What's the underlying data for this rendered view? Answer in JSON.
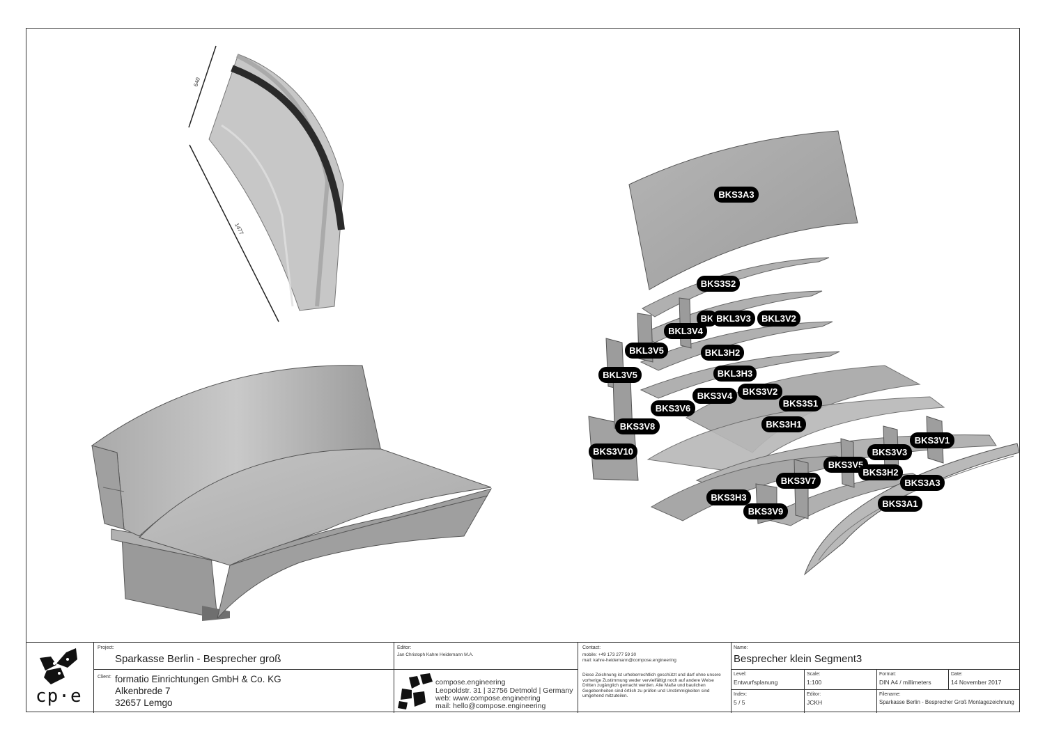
{
  "drawing": {
    "dimensions": {
      "top": "640",
      "long": "1477"
    },
    "part_labels": [
      "BKS3A3",
      "BKS3S2",
      "BK",
      "BKL3V3",
      "BKL3V2",
      "BKL3V4",
      "BKL3V5",
      "BKL3H2",
      "BKL3V5",
      "BKL3H3",
      "BKS3V4",
      "BKS3V2",
      "BKS3S1",
      "BKS3V6",
      "BKS3H1",
      "BKS3V8",
      "BKS3V1",
      "BKS3V10",
      "BKS3V3",
      "BKS3V5",
      "BKS3H2",
      "BKS3V7",
      "BKS3A3",
      "BKS3H3",
      "BKS3A1",
      "BKS3V9"
    ]
  },
  "title_block": {
    "logo_text": "cp·e",
    "project_caption": "Project:",
    "project": "Sparkasse Berlin - Besprecher groß",
    "client_caption": "Client:",
    "client_lines": [
      "formatio Einrichtungen GmbH & Co. KG",
      "Alkenbrede 7",
      "32657 Lemgo"
    ],
    "editor_caption": "Editor:",
    "editor": "Jan Christoph Kahre Heidemann M.A.",
    "company": {
      "name": "compose.engineering",
      "address": "Leopoldstr. 31  |  32756 Detmold  |  Germany",
      "web": "web: www.compose.engineering",
      "mail": "mail: hello@compose.engineering"
    },
    "contact_caption": "Contact:",
    "contact_mobile": "mobile: +49 173 277 59 30",
    "contact_mail": "mail: kahre-heidemann@compose.engineering",
    "copyright": "Diese Zeichnung ist urheberrechtlich geschützt und darf ohne unsere vorherige Zustimmung weder vervielfältigt noch auf andere Weise Dritten zugänglich gemacht werden. Alle Maße und baulichen Gegebenheiten sind örtlich zu prüfen und Unstimmigkeiten sind umgehend mitzuteilen.",
    "name_caption": "Name:",
    "name": "Besprecher klein Segment3",
    "level_caption": "Level:",
    "level": "Entwurfsplanung",
    "scale_caption": "Scale:",
    "scale": "1:100",
    "format_caption": "Format:",
    "format": "DIN A4 / millimeters",
    "date_caption": "Date:",
    "date": "14 November 2017",
    "index_caption": "Index:",
    "index": "5 / 5",
    "editor2_caption": "Editor:",
    "editor2": "JCKH",
    "filename_caption": "Filename:",
    "filename": "Sparkasse Berlin - Besprecher Groß Montagezeichnung"
  }
}
